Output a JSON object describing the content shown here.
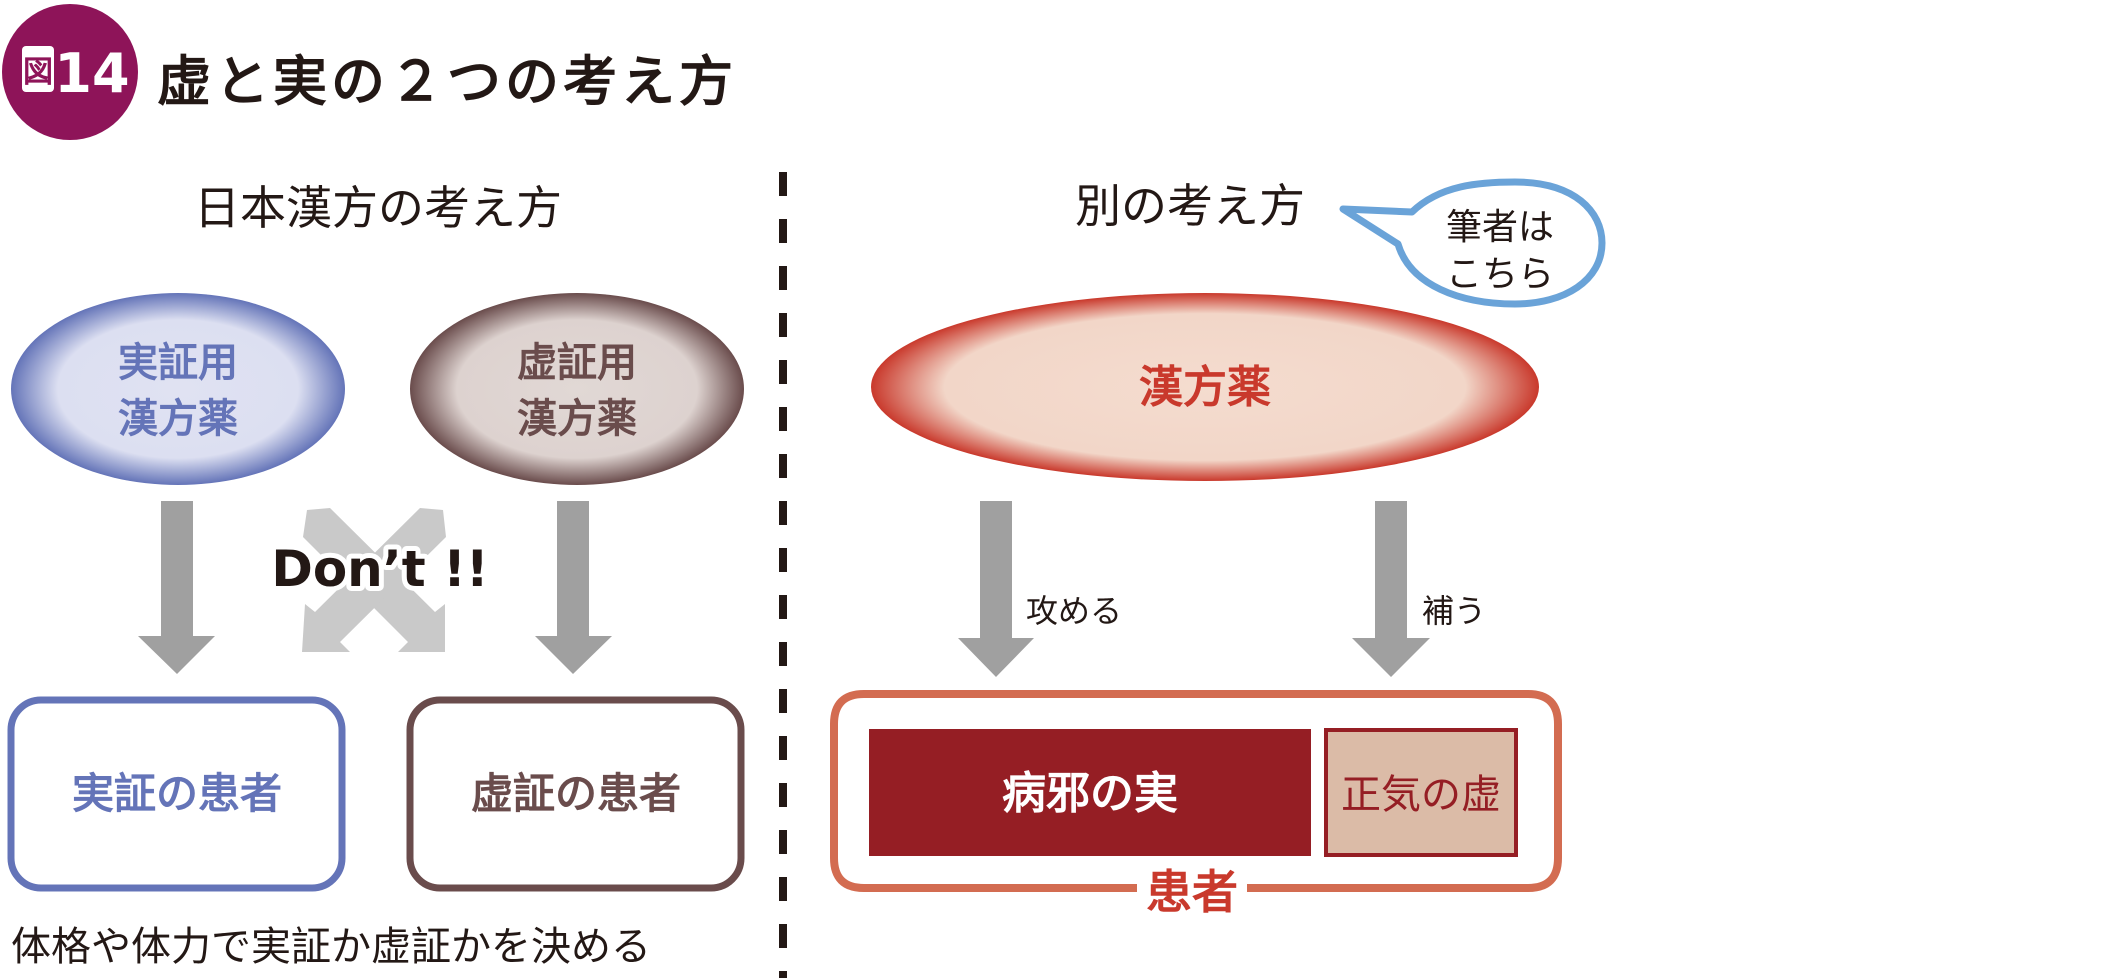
{
  "figure": {
    "badge_label": "図14",
    "badge_glyph": "図",
    "badge_number": "14",
    "title": "虚と実の２つの考え方"
  },
  "colors": {
    "badge": "#8e1459",
    "text": "#231815",
    "jitsu": "#6474b8",
    "jitsu_fill": "#e0e2f2",
    "kyo": "#6a4c4c",
    "kyo_fill": "#e1d8d5",
    "kampo_red": "#c9392c",
    "kampo_fill": "#f4dccf",
    "arrow": "#a0a0a0",
    "cross_arrow": "#c9c9c9",
    "patient_border": "#d36c51",
    "evil_fill": "#951e24",
    "qi_fill": "#dbbba7",
    "bubble": "#6aa3d8",
    "divider": "#231815"
  },
  "left_panel": {
    "heading": "日本漢方の考え方",
    "herb_jitsu": {
      "line1": "実証用",
      "line2": "漢方薬"
    },
    "herb_kyo": {
      "line1": "虚証用",
      "line2": "漢方薬"
    },
    "dont_label": "Don’t !!",
    "patient_jitsu": "実証の患者",
    "patient_kyo": "虚証の患者",
    "caption": "体格や体力で実証か虚証かを決める"
  },
  "right_panel": {
    "heading": "別の考え方",
    "speech_bubble": {
      "line1": "筆者は",
      "line2": "こちら"
    },
    "herb": "漢方薬",
    "arrow_attack_label": "攻める",
    "arrow_supplement_label": "補う",
    "evil_excess": "病邪の実",
    "qi_deficiency": "正気の虚",
    "patient_label": "患者"
  }
}
